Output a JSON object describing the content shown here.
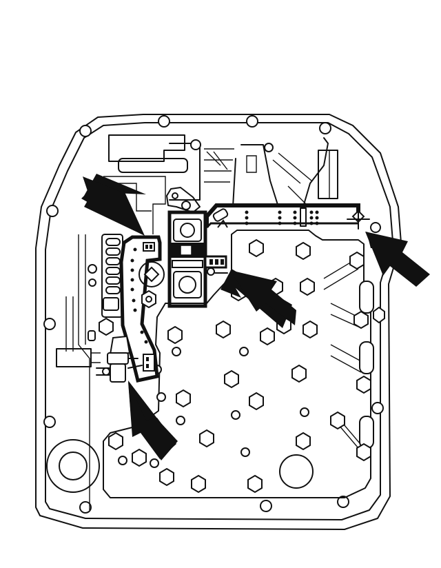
{
  "diagram": {
    "stroke_color": "#111111",
    "background_color": "#ffffff",
    "callout_arrows": [
      {
        "id": "arrow-upper-left",
        "points_to": "solenoid-connector"
      },
      {
        "id": "arrow-center",
        "points_to": "connector-block"
      },
      {
        "id": "arrow-right",
        "points_to": "harness-end-connector"
      },
      {
        "id": "arrow-lower-left",
        "points_to": "lower-connector"
      }
    ]
  }
}
